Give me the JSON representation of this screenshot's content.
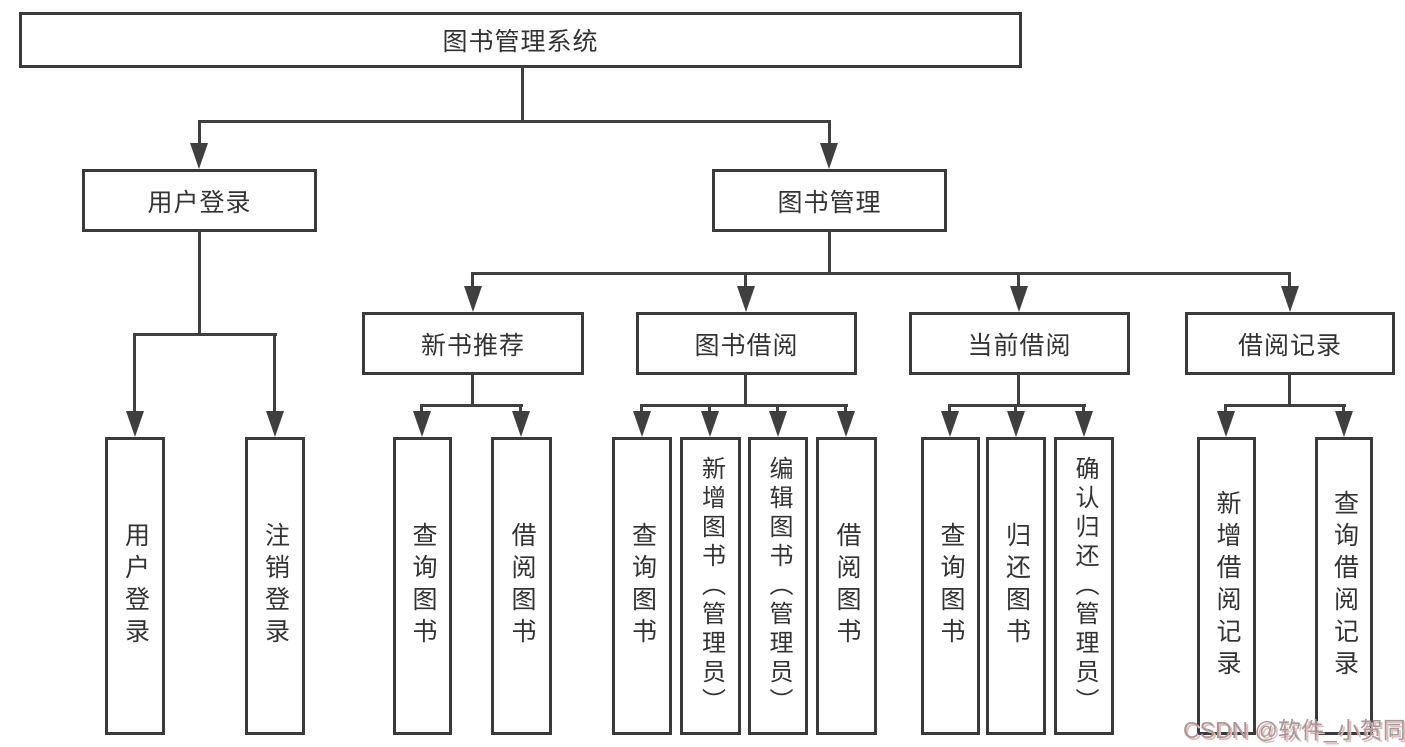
{
  "diagram": {
    "title": "图书管理系统",
    "root": {
      "label": "图书管理系统"
    },
    "level2": [
      {
        "label": "用户登录"
      },
      {
        "label": "图书管理"
      }
    ],
    "level3": [
      {
        "label": "新书推荐"
      },
      {
        "label": "图书借阅"
      },
      {
        "label": "当前借阅"
      },
      {
        "label": "借阅记录"
      }
    ],
    "leaves": {
      "user": [
        "用户登录",
        "注销登录"
      ],
      "newbook": [
        "查询图书",
        "借阅图书"
      ],
      "borrow": [
        "查询图书",
        "新增图书（管理员）",
        "编辑图书（管理员）",
        "借阅图书"
      ],
      "current": [
        "查询图书",
        "归还图书",
        "确认归还（管理员）"
      ],
      "records": [
        "新增借阅记录",
        "查询借阅记录"
      ]
    }
  },
  "watermark": {
    "text": "CSDN @软件_小贺同学"
  },
  "colors": {
    "line": "#3f3f3f",
    "text": "#333333",
    "background": "#ffffff",
    "watermark_text": "#9c9c9c",
    "watermark_shadow": "#f0b6b6"
  }
}
